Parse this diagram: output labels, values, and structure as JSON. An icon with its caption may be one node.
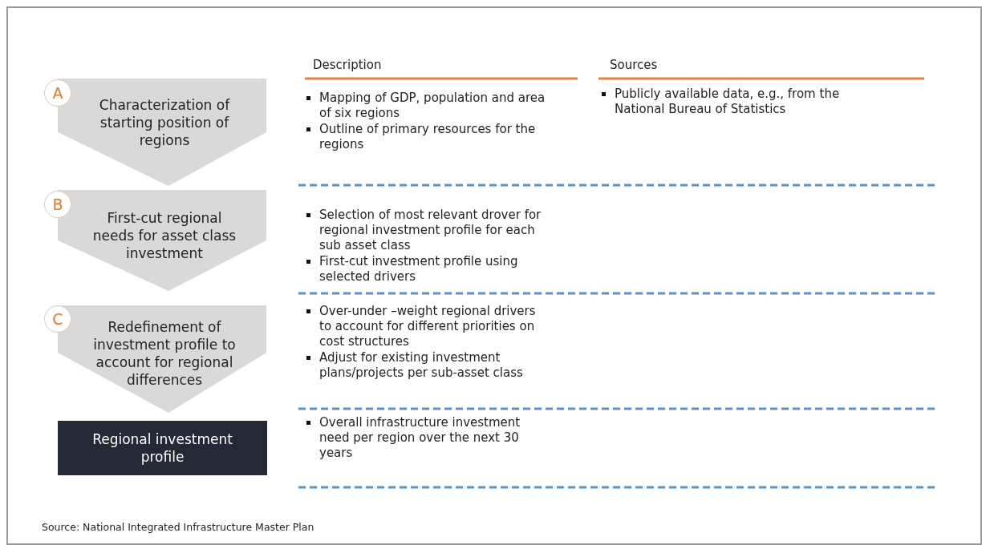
{
  "diagram": {
    "caption": "Source: National Integrated Infrastructure Master Plan",
    "nodes": [
      {
        "text": [
          "Characterization of starting position of regions"
        ]
      },
      {
        "text": [
          "A"
        ]
      },
      {
        "text": [
          "First-cut regional needs for asset class investment"
        ]
      },
      {
        "text": [
          "B"
        ]
      },
      {
        "text": [
          "Redefinement of investment profile to account for regional differences"
        ]
      },
      {
        "text": [
          "C"
        ]
      },
      {
        "text": [
          "Regional investment profile"
        ]
      }
    ],
    "edges": [],
    "labels": [
      "Description",
      "Sources",
      "Mapping of GDP, population and area of six regions",
      "Outline of primary resources for the regions",
      "Publicly available data, e.g., from the National Bureau of Statistics",
      "Selection of most relevant drover for regional investment profile for each sub asset class",
      "First-cut investment profile using selected drivers",
      "Over-under –weight regional drivers to account for different priorities on cost structures",
      "Adjust for existing investment plans/projects per sub-asset class",
      "Overall infrastructure investment need per region over the next 30 years"
    ]
  }
}
